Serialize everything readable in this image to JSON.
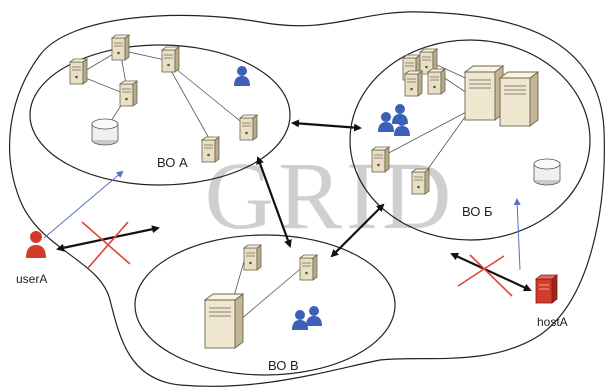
{
  "watermark": "GRID",
  "orgs": [
    {
      "label": "ВО А"
    },
    {
      "label": "ВО Б"
    },
    {
      "label": "ВО В"
    }
  ],
  "user_label": "userA",
  "host_label": "hostA",
  "colors": {
    "outline": "#222222",
    "arrow": "#111111",
    "blocked_cross": "#e0443a",
    "access_line": "#5a6fc4",
    "server_body": "#e9dfc4",
    "server_shade": "#b8ac8a",
    "user_icon": "#3c5fb8",
    "red_device": "#d23a2a"
  }
}
